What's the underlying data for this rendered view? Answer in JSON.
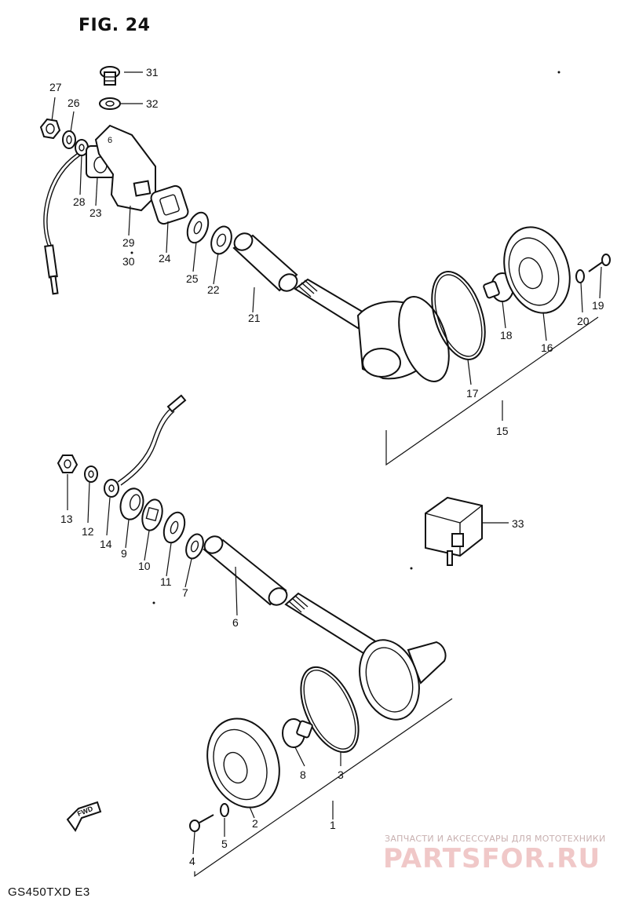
{
  "figure": {
    "title": "FIG. 24",
    "model": "GS450TXD E3"
  },
  "watermark": {
    "line1": "ЗАПЧАСТИ И АКСЕССУАРЫ ДЛЯ МОТОТЕХНИКИ",
    "line2": "PARTSFOR.RU"
  },
  "fwd_label": "FWD",
  "callouts": [
    {
      "id": "c1",
      "label": "1"
    },
    {
      "id": "c2",
      "label": "2"
    },
    {
      "id": "c3",
      "label": "3"
    },
    {
      "id": "c4",
      "label": "4"
    },
    {
      "id": "c5",
      "label": "5"
    },
    {
      "id": "c6",
      "label": "6"
    },
    {
      "id": "c7",
      "label": "7"
    },
    {
      "id": "c8",
      "label": "8"
    },
    {
      "id": "c9",
      "label": "9"
    },
    {
      "id": "c10",
      "label": "10"
    },
    {
      "id": "c11",
      "label": "11"
    },
    {
      "id": "c12",
      "label": "12"
    },
    {
      "id": "c13",
      "label": "13"
    },
    {
      "id": "c14",
      "label": "14"
    },
    {
      "id": "c15",
      "label": "15"
    },
    {
      "id": "c16",
      "label": "16"
    },
    {
      "id": "c17",
      "label": "17"
    },
    {
      "id": "c18",
      "label": "18"
    },
    {
      "id": "c19",
      "label": "19"
    },
    {
      "id": "c20",
      "label": "20"
    },
    {
      "id": "c21",
      "label": "21"
    },
    {
      "id": "c22",
      "label": "22"
    },
    {
      "id": "c23",
      "label": "23"
    },
    {
      "id": "c24",
      "label": "24"
    },
    {
      "id": "c25",
      "label": "25"
    },
    {
      "id": "c26",
      "label": "26"
    },
    {
      "id": "c27",
      "label": "27"
    },
    {
      "id": "c28",
      "label": "28"
    },
    {
      "id": "c29",
      "label": "29"
    },
    {
      "id": "c30",
      "label": "30"
    },
    {
      "id": "c31",
      "label": "31"
    },
    {
      "id": "c32",
      "label": "32"
    },
    {
      "id": "c33",
      "label": "33"
    }
  ]
}
